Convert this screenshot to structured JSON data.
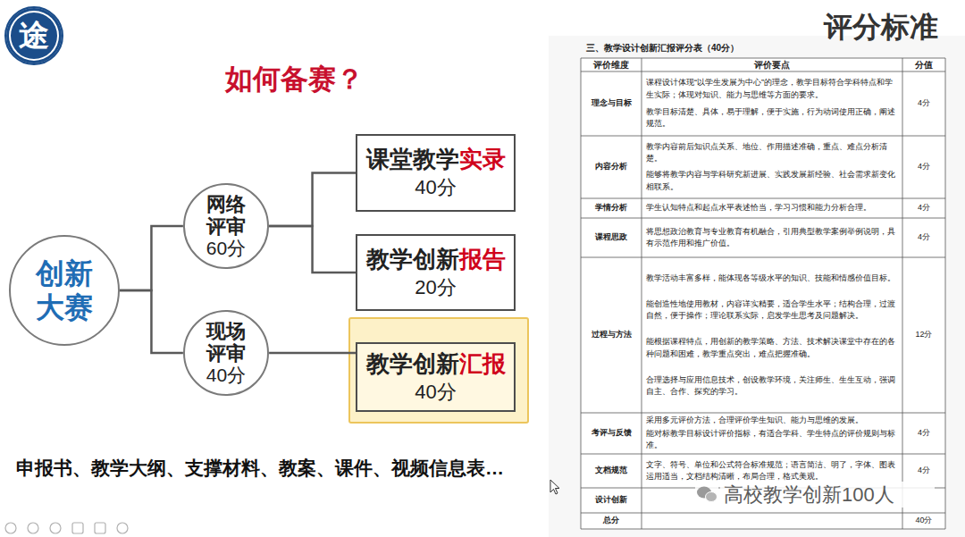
{
  "diagram": {
    "title": "如何备赛？",
    "nodes": [
      {
        "text": [
          "途"
        ]
      },
      {
        "text": [
          "创新 大赛"
        ]
      },
      {
        "text": [
          "网络 评审",
          "60分"
        ]
      },
      {
        "text": [
          "课堂教学",
          "实录",
          "40分"
        ]
      },
      {
        "text": [
          "教学创新",
          "报告",
          "20分"
        ]
      },
      {
        "text": [
          "现场 评审",
          "40分"
        ]
      },
      {
        "text": [
          "教学创新",
          "汇报",
          "40分"
        ]
      }
    ],
    "edges": [
      {
        "from": 1,
        "to": 2,
        "arrow": "none"
      },
      {
        "from": 1,
        "to": 5,
        "arrow": "none"
      },
      {
        "from": 2,
        "to": 3,
        "arrow": "none"
      },
      {
        "from": 2,
        "to": 4,
        "arrow": "none"
      },
      {
        "from": 5,
        "to": 6,
        "arrow": "none"
      }
    ],
    "labels": [
      "评分标准",
      "申报书、教学大纲、支撑材料、教案、课件、视频信息表…",
      "三、教学设计创新汇报评分表（40分）",
      "评价维度",
      "评价要点",
      "分值",
      "理念与目标",
      "课程设计体现“以学生发展为中心”的理念，教学目标符合学科特点和学生实际；体现对知识、能力与思维等方面的要求。",
      "教学目标清楚、具体，易于理解，便于实施，行为动词使用正确，阐述规范。",
      "4分",
      "内容分析",
      "教学内容前后知识点关系、地位、作用描述准确，重点、难点分析清楚。",
      "能够将教学内容与学科研究新进展、实践发展新经验、社会需求新变化相联系。",
      "4分",
      "学情分析",
      "学生认知特点和起点水平表述恰当，学习习惯和能力分析合理。",
      "4分",
      "课程思政",
      "将思想政治教育与专业教育有机融合，引用典型教学案例举例说明，具有示范作用和推广价值。",
      "4分",
      "过程与方法",
      "教学活动丰富多样，能体现各等级水平的知识、技能和情感价值目标。",
      "能创造性地使用教材，内容详实精要，适合学生水平；结构合理，过渡自然，便于操作；理论联系实际，启发学生思考及问题解决。",
      "能根据课程特点，用创新的教学策略、方法、技术解决课堂中存在的各种问题和困难，教学重点突出，难点把握准确。",
      "合理选择与应用信息技术，创设教学环境，关注师生、生生互动，强调自主、合作、探究的学习。",
      "12分",
      "考评与反馈",
      "采用多元评价方法，合理评价学生知识、能力与思维的发展。",
      "能对标教学目标设计评价指标，有适合学科、学生特点的评价规则与标准。",
      "4分",
      "文档规范",
      "文字、符号、单位和公式符合标准规范；语言简洁、明了，字体、图表运用适当，文档结构清晰，布局合理，格式美观。",
      "4分",
      "设计创新",
      "总分",
      "40分",
      "高校教学创新100人"
    ]
  }
}
